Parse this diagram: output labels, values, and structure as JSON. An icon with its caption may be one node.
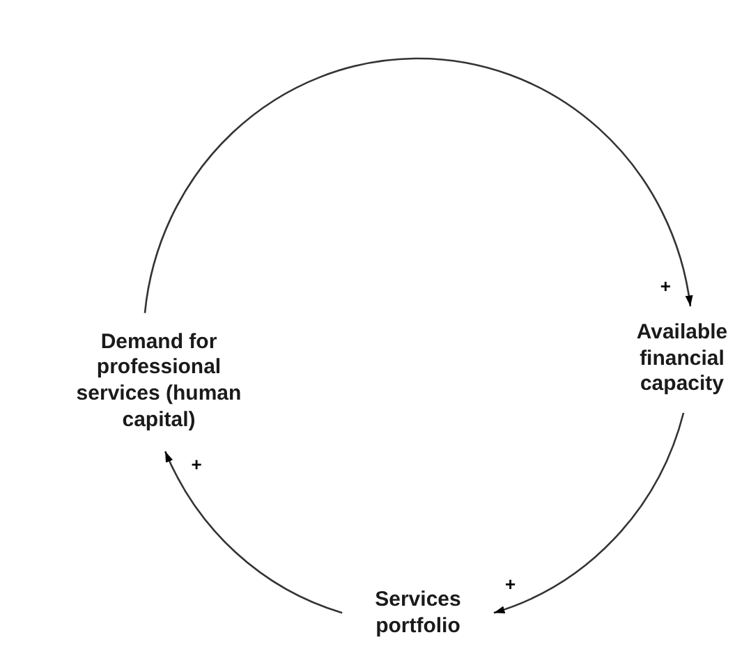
{
  "diagram": {
    "nodes": [
      {
        "text": [
          "Demand for professional services (human capital)"
        ]
      },
      {
        "text": [
          "Available financial capacity"
        ]
      },
      {
        "text": [
          "Services portfolio"
        ]
      }
    ],
    "edges": [
      {
        "from": 0,
        "to": 1,
        "arrow": "to",
        "label": "+"
      },
      {
        "from": 1,
        "to": 2,
        "arrow": "to",
        "label": "+"
      },
      {
        "from": 2,
        "to": 0,
        "arrow": "to",
        "label": "+"
      }
    ]
  }
}
